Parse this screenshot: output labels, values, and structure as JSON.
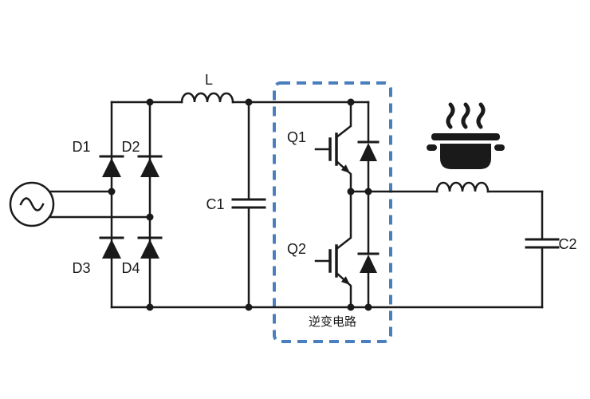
{
  "colors": {
    "wire": "#1a1a1a",
    "inverter_box": "#4a7fbe",
    "background": "#ffffff"
  },
  "labels": {
    "input_inductor": "L",
    "bus_capacitor": "C1",
    "resonant_capacitor": "C2",
    "diode_1": "D1",
    "diode_2": "D2",
    "diode_3": "D3",
    "diode_4": "D4",
    "igbt_1": "Q1",
    "igbt_2": "Q2",
    "inverter_caption": "逆变电路"
  },
  "icons": {
    "ac_source": "ac-source-icon",
    "load": "cooking-pot-icon"
  }
}
